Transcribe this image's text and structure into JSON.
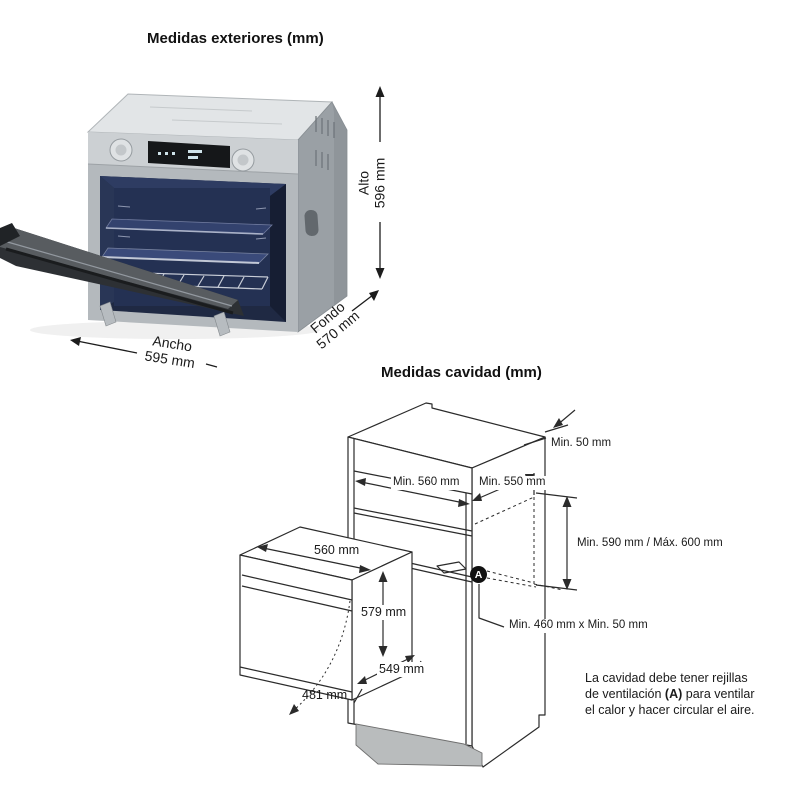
{
  "colors": {
    "ink": "#2b2b2b",
    "cavity_navy": "#1f2943",
    "steel_gray": "#b4b9bd",
    "plinth_gray": "#b9bcbd"
  },
  "exterior": {
    "title": "Medidas exteriores (mm)",
    "height": {
      "label": "Alto",
      "value": "596 mm"
    },
    "depth": {
      "label": "Fondo",
      "value": "570 mm"
    },
    "width": {
      "label": "Ancho",
      "value": "595 mm"
    }
  },
  "cavity": {
    "title": "Medidas cavidad (mm)",
    "top_gap": "Min. 50 mm",
    "inner_width": "Min. 560 mm",
    "inner_depth": "Min. 550 mm",
    "niche_height": "Min. 590 mm / Máx. 600 mm",
    "vent_area": "Min. 460 mm x Min. 50 mm",
    "vent_badge": "A",
    "oven": {
      "width": "560 mm",
      "height": "579 mm",
      "depth": "549 mm",
      "door_clearance": "481 mm"
    }
  },
  "note": {
    "line1": "La cavidad debe tener rejillas",
    "line2_pre": "de ventilación ",
    "line2_bold": "(A)",
    "line2_post": " para ventilar",
    "line3": "el calor y hacer circular el aire."
  }
}
